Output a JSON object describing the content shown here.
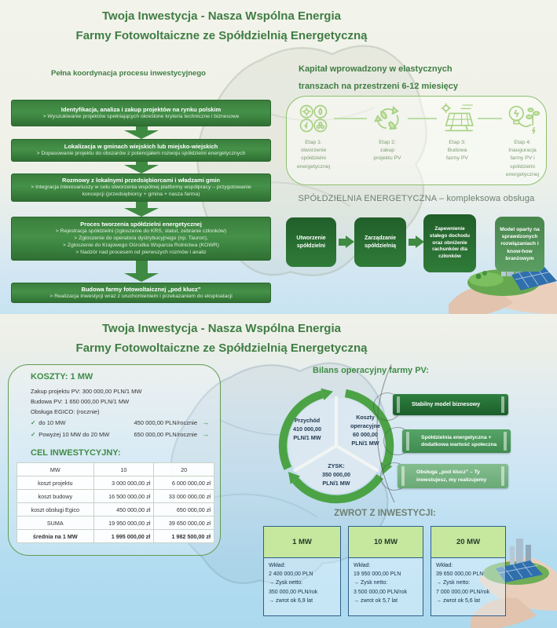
{
  "icons": {
    "check": "✓",
    "arrow_right": "→"
  },
  "top_slide": {
    "title1": "Twoja Inwestycja - Nasza Wspólna Energia",
    "title2": "Farmy Fotowoltaiczne ze Spółdzielnią Energetyczną",
    "process_heading": "Pełna koordynacja procesu inwestycyjnego",
    "steps": [
      {
        "title": "Identyfikacja, analiza i zakup projektów na rynku polskim",
        "lines": [
          "> Wyszukiwanie projektów spełniających określone kryteria techniczne i biznesowe"
        ]
      },
      {
        "title": "Lokalizacja w gminach wiejskich lub miejsko-wiejskich",
        "lines": [
          "> Dopasowanie projektu do obszarów z potencjałem rozwoju spółdzielni energetycznych"
        ]
      },
      {
        "title": "Rozmowy z lokalnymi przedsiębiorcami i władzami gmin",
        "lines": [
          "> Integracja interesariuszy w celu stworzenia wspólnej platformy współpracy – przygotowanie koncepcji (przedsiębiorcy + gmina + nasza farma)"
        ]
      },
      {
        "title": "Proces tworzenia spółdzielni energetycznej",
        "lines": [
          "> Rejestracja spółdzielni (zgłoszenie do KRS, statut, zebranie członków)",
          "> Zgłoszenie do operatora dystrybucyjnego (np. Tauron),",
          "> Zgłoszenie do Krajowego Ośrodka Wsparcia Rolnictwa (KOWR)",
          "> Nadzór nad procesem od pierwszych rozmów i analiz"
        ]
      },
      {
        "title": "Budowa farmy fotowoltaicznej „pod klucz”",
        "lines": [
          "> Realizacja inwestycji wraz z uruchomieniem i przekazaniem do eksploatacji"
        ]
      }
    ],
    "capital_heading1": "Kapitał wprowadzony w elastycznych",
    "capital_heading2": "transzach na przestrzeni 6-12 miesięcy",
    "etapy": [
      {
        "icon": "energy-sources-icon",
        "label": [
          "Etap 1:",
          "stworzenie",
          "spółdzielni",
          "energetycznej"
        ]
      },
      {
        "icon": "recycle-leaves-icon",
        "label": [
          "Etap 2:",
          "zakup",
          "projektu PV"
        ]
      },
      {
        "icon": "solar-panel-icon",
        "label": [
          "Etap 3:",
          "Budowa",
          "farmy PV"
        ]
      },
      {
        "icon": "bulb-plant-icon",
        "label": [
          "Etap 4:",
          "Inauguracja",
          "farmy PV i",
          "spółdzielni",
          "energetycznej"
        ]
      }
    ],
    "coop_heading": "SPÓŁDZIELNIA ENERGETYCZNA – kompleksowa obsługa",
    "coop_boxes": [
      "Utworzenie spółdzielni",
      "Zarządzanie spółdzielnią",
      "Zapewnienie stałego dochodu oraz obniżenie rachunków dla członków",
      "Model oparty na sprawdzonych rozwiązaniach i know-how branżowym"
    ]
  },
  "bottom_slide": {
    "title1": "Twoja Inwestycja - Nasza Wspólna Energia",
    "title2": "Farmy Fotowoltaiczne ze Spółdzielnią Energetyczną",
    "koszty": {
      "heading": "KOSZTY: 1 MW",
      "line1": "Zakup projektu PV: 300 000,00 PLN/1 MW",
      "line2": "Budowa PV: 1 650 000,00 PLN/1 MW",
      "line3": "Obsługa EGICO: (rocznie)",
      "options": [
        {
          "label": "do 10 MW",
          "value": "450 000,00 PLN/rocznie"
        },
        {
          "label": "Powyżej 10 MW do 20 MW",
          "value": "650 000,00 PLN/rocznie"
        }
      ]
    },
    "cel": {
      "heading": "CEL INWESTYCYJNY:",
      "headers": [
        "MW",
        "10",
        "20"
      ],
      "rows": [
        [
          "koszt projektu",
          "3 000 000,00 zł",
          "6 000 000,00 zł"
        ],
        [
          "koszt budowy",
          "16 500 000,00 zł",
          "33 000 000,00 zł"
        ],
        [
          "koszt obsługi Egico",
          "450 000,00 zł",
          "650 000,00 zł"
        ],
        [
          "SUMA",
          "19 950 000,00 zł",
          "39 650 000,00 zł"
        ],
        [
          "średnia na 1 MW",
          "1 995 000,00 zł",
          "1 982 500,00 zł"
        ]
      ]
    },
    "bilans": {
      "heading": "Bilans operacyjny farmy PV:",
      "segments": [
        {
          "name": "Przychód",
          "value": "410 000,00",
          "unit": "PLN/1 MW"
        },
        {
          "name": "Koszty operacyjne",
          "value": "60 000,00",
          "unit": "PLN/1 MW"
        },
        {
          "name": "ZYSK:",
          "value": "350 000,00",
          "unit": "PLN/1 MW"
        }
      ],
      "pills": [
        "Stabilny model biznesowy",
        "Spółdzielnia energetyczna + dodatkowa wartość społeczna",
        "Obsługa „pod klucz” – Ty inwestujesz, my realizujemy"
      ]
    },
    "zwrot": {
      "heading": "ZWROT Z INWESTYCJI:",
      "cards": [
        {
          "header": "1 MW",
          "lines": [
            "Wkład:",
            "2 400 000,00 PLN",
            "→ Zysk netto:",
            "350 000,00 PLN/rok",
            "→ zwrot ok 6,9 lat"
          ]
        },
        {
          "header": "10 MW",
          "lines": [
            "Wkład:",
            "19 950 000,00 PLN",
            "→ Zysk netto:",
            "3 500 000,00 PLN/rok",
            "→ zwrot ok 5,7 lat"
          ]
        },
        {
          "header": "20 MW",
          "lines": [
            "Wkład:",
            "39 650 000,00 PLN",
            "→ Zysk netto:",
            "7 000 000,00 PLN/rok",
            "→ zwrot ok 5,6 lat"
          ]
        }
      ]
    }
  },
  "colors": {
    "accent_green": "#3f7d43",
    "box_green": "#3a7f3c",
    "pill_dark": "#1d6330",
    "ring_green": "#4ba345",
    "card_border": "#2e5f8a",
    "card_header_bg": "#c6e79e",
    "muted_heading": "#6e8070",
    "wheel_fill": "#dce8f1"
  }
}
